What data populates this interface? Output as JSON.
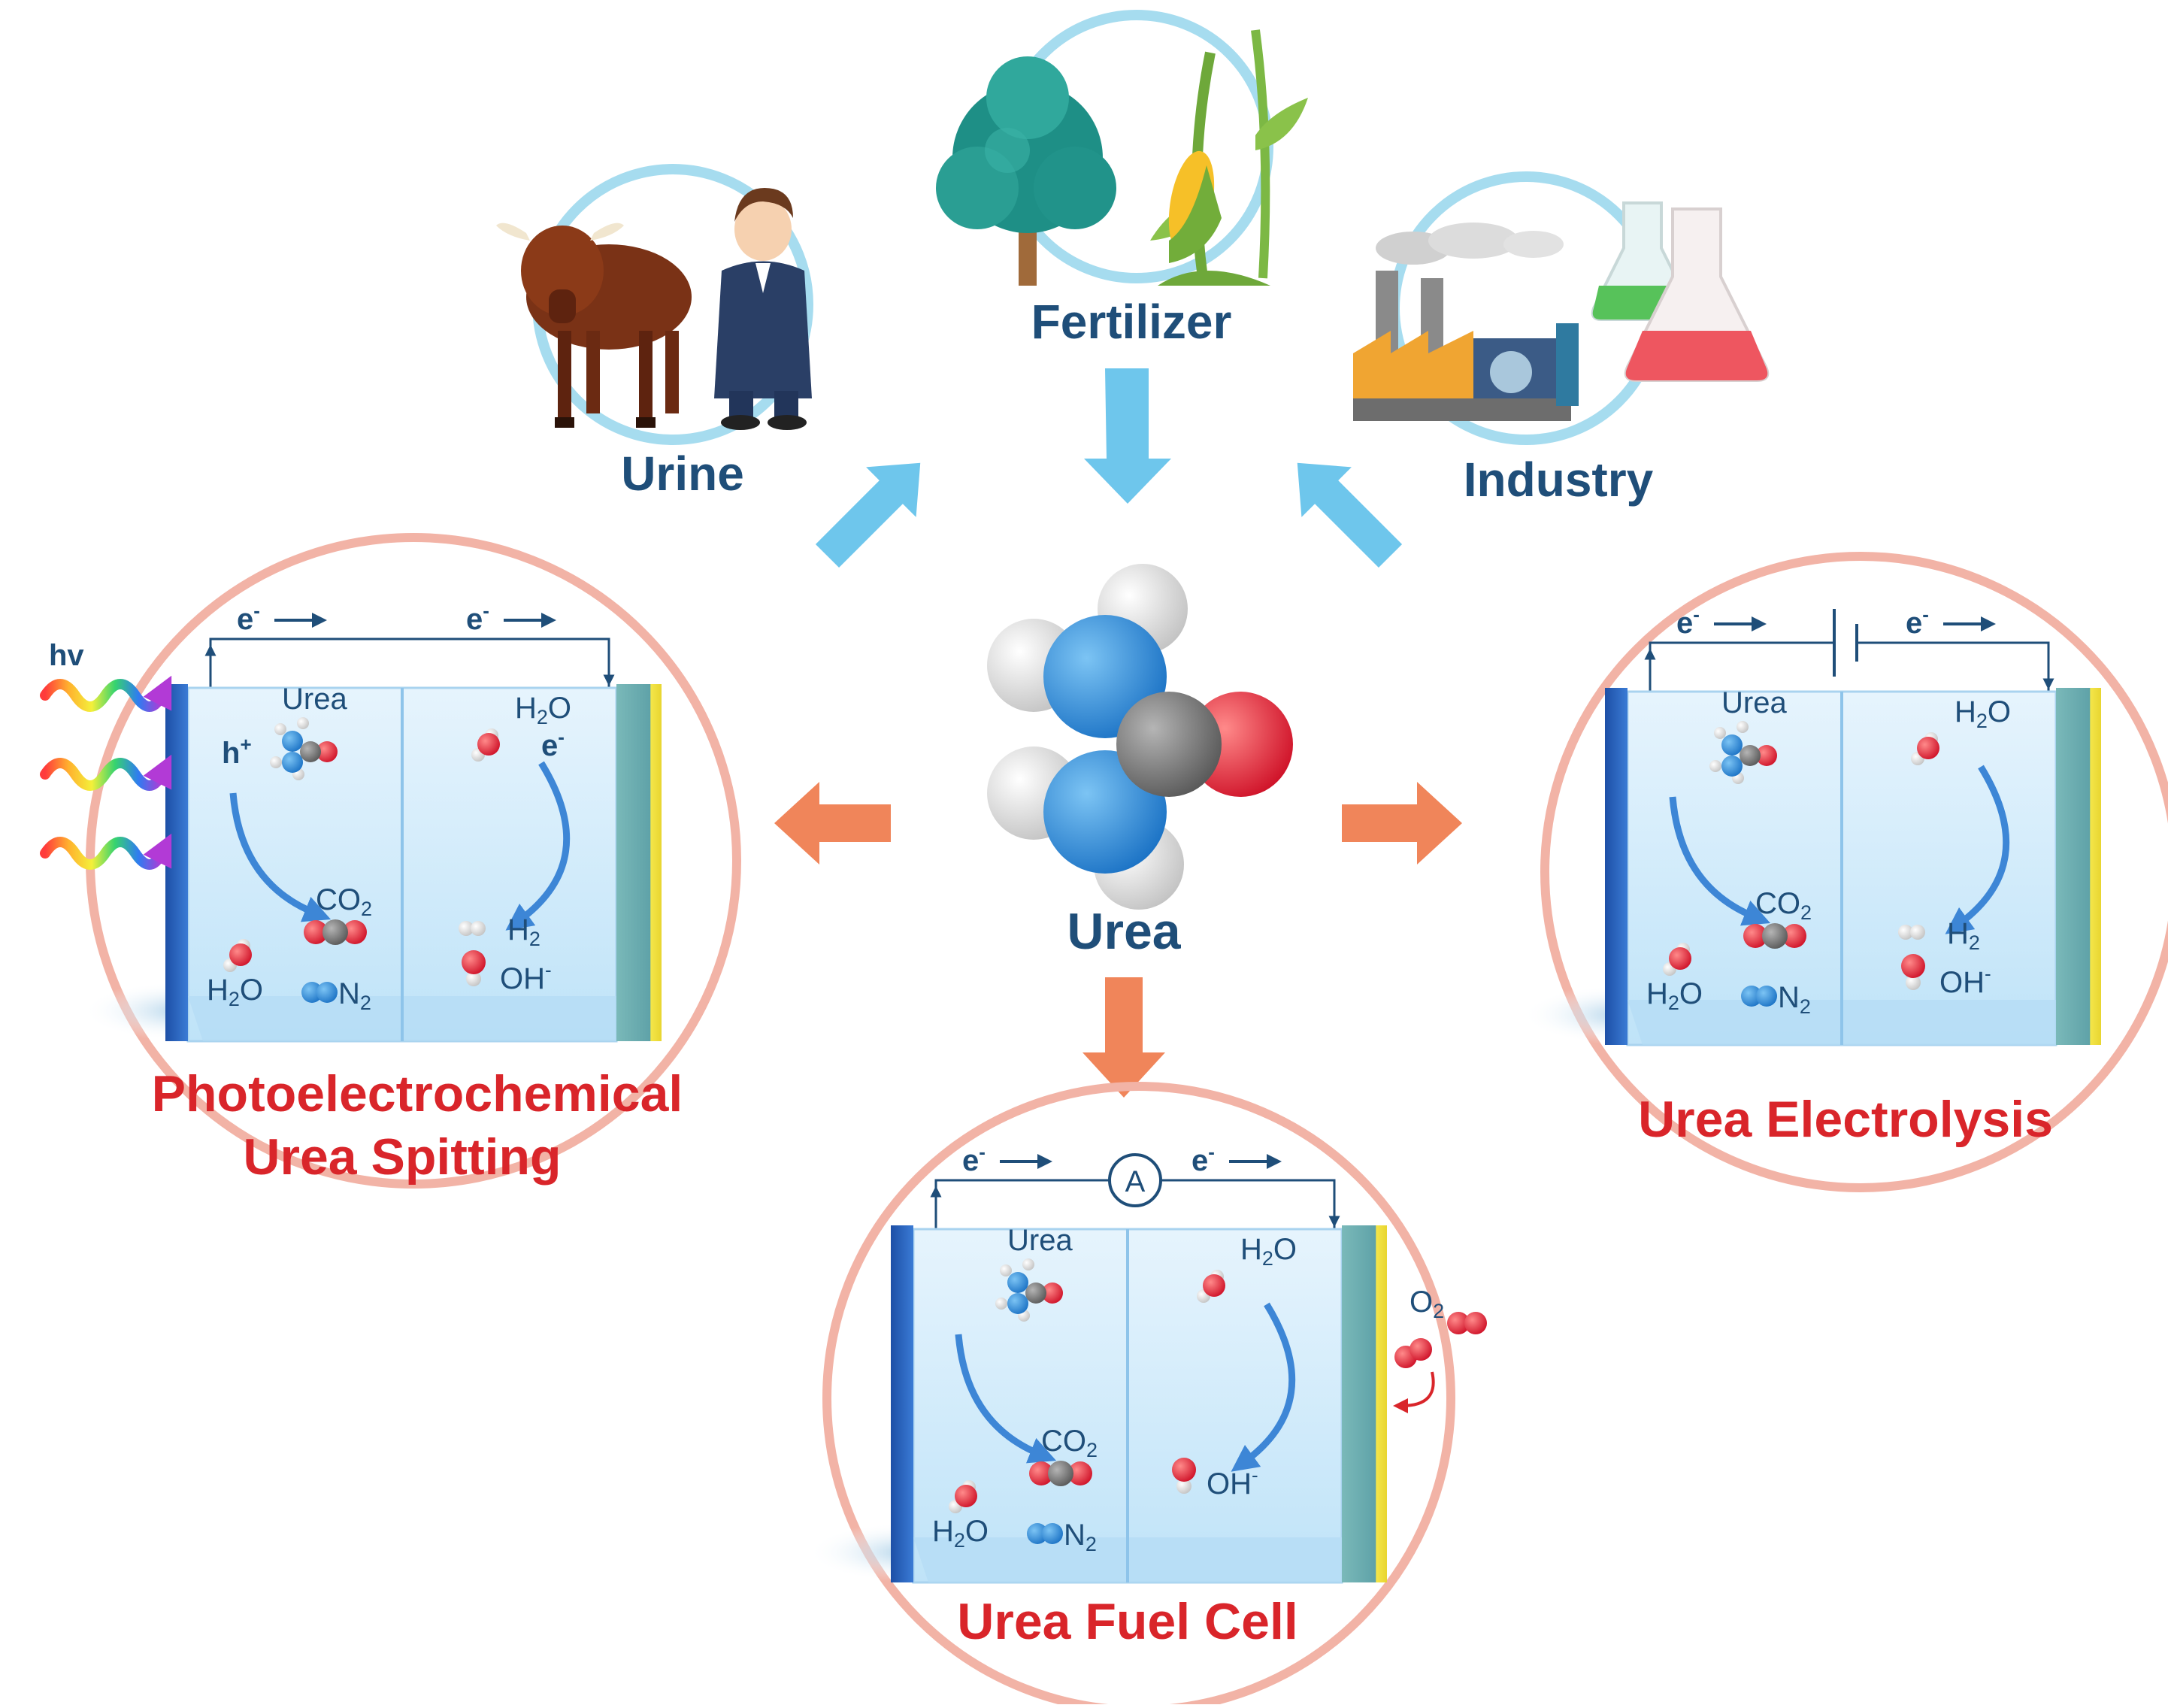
{
  "sources": {
    "urine": "Urine",
    "fertilizer": "Fertilizer",
    "industry": "Industry"
  },
  "center": {
    "label": "Urea"
  },
  "processes": {
    "pec_line1": "Photoelectrochemical",
    "pec_line2": "Urea Spitting",
    "electrolysis": "Urea Electrolysis",
    "fuel_cell": "Urea Fuel Cell"
  },
  "chem": {
    "urea": "Urea",
    "h": "H",
    "o": "O",
    "c": "CO",
    "n": "N",
    "two": "2",
    "e": "e",
    "minus": "-",
    "hplus_h": "h",
    "plus": "+",
    "oh": "OH",
    "hv": "hv",
    "ammeter": "A"
  },
  "colors": {
    "title_red": "#d9252a",
    "label_blue": "#1f4e79",
    "arrow_blue": "#6ec6ec",
    "arrow_orange": "#f0855a",
    "circle_pink": "#f2b3a6",
    "circle_cyan": "#a6dcef",
    "nitrogen": "#2f8fd6",
    "oxygen": "#e02b3a",
    "carbon": "#7a7a7a",
    "hydrogen": "#e6e6e6"
  }
}
